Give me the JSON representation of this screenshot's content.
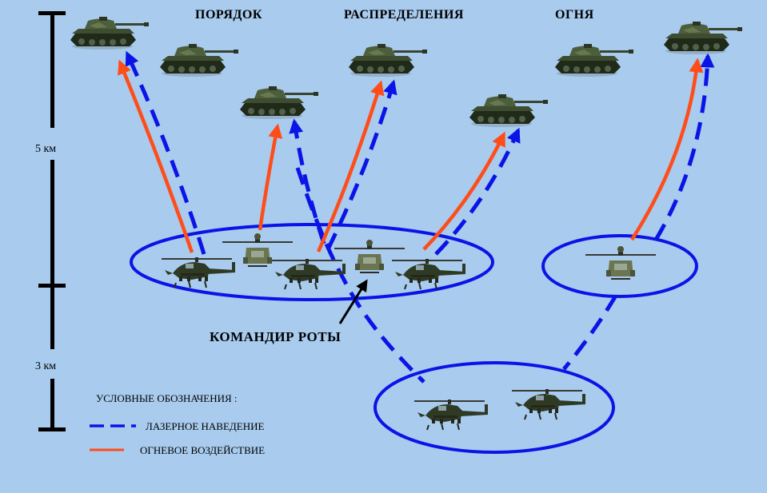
{
  "title": {
    "word1": "ПОРЯДОК",
    "word2": "РАСПРЕДЕЛЕНИЯ",
    "word3": "ОГНЯ"
  },
  "scale": {
    "upper_label": "5 км",
    "lower_label": "3 км"
  },
  "callout": {
    "commander": "КОМАНДИР РОТЫ"
  },
  "legend": {
    "heading": "УСЛОВНЫЕ ОБОЗНАЧЕНИЯ :",
    "laser_label": "ЛАЗЕРНОЕ НАВЕДЕНИЕ",
    "fire_label": "ОГНЕВОЕ ВОЗДЕЙСТВИЕ"
  },
  "colors": {
    "background": "#a8cbee",
    "laser": "#0a14e6",
    "fire": "#ff4d1a",
    "scale_bar": "#000000"
  },
  "icons": [
    "tank-icon",
    "attack-helicopter-icon",
    "scout-helicopter-icon"
  ]
}
